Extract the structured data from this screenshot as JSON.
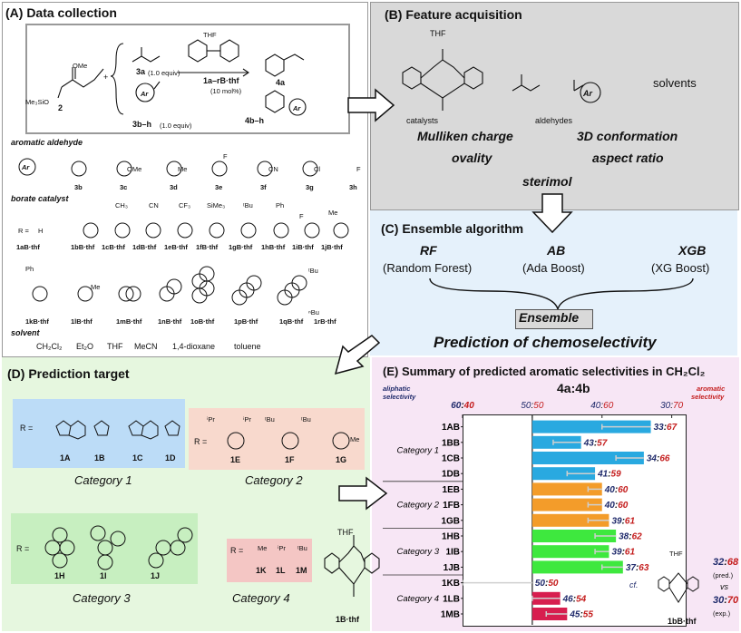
{
  "panels": {
    "A": {
      "title": "(A) Data collection",
      "reagents": {
        "ome": "OMe",
        "me3sio": "Me₃SiO",
        "cmp2": "2",
        "cmp3a": "3a",
        "cmp3a_eq": "(1.0 equiv)",
        "cmp3bh": "3b–h",
        "cmp3bh_eq": "(1.0 equiv)",
        "thf": "THF",
        "catalyst": "1a–rB·thf",
        "catalyst_loading": "(10 mol%)",
        "prod4a": "4a",
        "prod4bh": "4b–h",
        "ar": "Ar",
        "plus": "+"
      },
      "aromatic_aldehyde_heading": "aromatic aldehyde",
      "aldehydes": [
        "3b",
        "3c",
        "3d",
        "3e",
        "3f",
        "3g",
        "3h"
      ],
      "aldehyde_subs": [
        "OMe",
        "Me",
        "F",
        "CN",
        "Cl",
        "F"
      ],
      "borate_heading": "borate catalyst",
      "r_eq": "R =",
      "catalysts_row1": [
        "1aB·thf",
        "1bB·thf",
        "1cB·thf",
        "1dB·thf",
        "1eB·thf",
        "1fB·thf",
        "1gB·thf",
        "1hB·thf",
        "1iB·thf",
        "1jB·thf"
      ],
      "catalysts_row1_subs": [
        "H",
        "CH₃",
        "CN",
        "CF₃",
        "SiMe₃",
        "ᵗBu",
        "Ph",
        "F",
        "Me"
      ],
      "catalysts_row2": [
        "1kB·thf",
        "1lB·thf",
        "1mB·thf",
        "1nB·thf",
        "1oB·thf",
        "1pB·thf",
        "1qB·thf",
        "1rB·thf"
      ],
      "catalysts_row2_subs": [
        "Ph",
        "Me",
        "ᵗBu",
        "ⁿBu"
      ],
      "solvent_heading": "solvent",
      "solvents": [
        "CH₂Cl₂",
        "Et₂O",
        "THF",
        "MeCN",
        "1,4-dioxane",
        "toluene"
      ]
    },
    "B": {
      "title": "(B) Feature acquisition",
      "thf": "THF",
      "labels": {
        "catalysts": "catalysts",
        "aldehydes": "aldehydes",
        "solvents": "solvents",
        "ar": "Ar"
      },
      "features": [
        "Mulliken charge",
        "3D conformation",
        "ovality",
        "aspect ratio",
        "sterimol"
      ]
    },
    "C": {
      "title": "(C) Ensemble algorithm",
      "algorithms": [
        {
          "abbr": "RF",
          "full": "(Random Forest)"
        },
        {
          "abbr": "AB",
          "full": "(Ada Boost)"
        },
        {
          "abbr": "XGB",
          "full": "(XG Boost)"
        }
      ],
      "ensemble": "Ensemble",
      "prediction": "Prediction of chemoselectivity"
    },
    "D": {
      "title": "(D) Prediction target",
      "r_eq": "R =",
      "thf": "THF",
      "categories": [
        {
          "name": "Category 1",
          "members": [
            "1A",
            "1B",
            "1C",
            "1D"
          ]
        },
        {
          "name": "Category 2",
          "members": [
            "1E",
            "1F",
            "1G"
          ]
        },
        {
          "name": "Category 3",
          "members": [
            "1H",
            "1I",
            "1J"
          ]
        },
        {
          "name": "Category 4",
          "members": [
            "1K",
            "1L",
            "1M"
          ]
        }
      ],
      "cat2_subs": [
        "ⁱPr",
        "ⁱPr",
        "ᵗBu",
        "ᵗBu",
        "Me"
      ],
      "cat4_subs": [
        "Me",
        "ⁱPr",
        "ᵗBu"
      ],
      "catalyst_label": "1B·thf"
    },
    "E": {
      "title": "(E) Summary of predicted aromatic selectivities in CH₂Cl₂",
      "axis_title": "4a:4b",
      "left_label": [
        "aliphatic",
        "selectivity"
      ],
      "right_label": [
        "aromatic",
        "selectivity"
      ],
      "ticks": [
        {
          "a": "60",
          "b": "40"
        },
        {
          "a": "50",
          "b": "50"
        },
        {
          "a": "40",
          "b": "60"
        },
        {
          "a": "30",
          "b": "70"
        }
      ],
      "comparison": {
        "thf": "THF",
        "cf": "cf.",
        "catalyst": "1bB·thf",
        "pred_a": "32",
        "pred_b": "68",
        "pred_label": "(pred.)",
        "vs": "vs",
        "exp_a": "30",
        "exp_b": "70",
        "exp_label": "(exp.)"
      }
    }
  },
  "chart_data": {
    "type": "bar",
    "x_axis_title": "4a:4b",
    "xlim": [
      60,
      28
    ],
    "x_ticks": [
      60,
      50,
      40,
      30
    ],
    "categories": [
      "1AB",
      "1BB",
      "1CB",
      "1DB",
      "1EB",
      "1FB",
      "1GB",
      "1HB",
      "1IB",
      "1JB",
      "1KB",
      "1LB",
      "1MB"
    ],
    "groups": [
      {
        "name": "Category 1",
        "rows": [
          "1AB",
          "1BB",
          "1CB",
          "1DB"
        ],
        "color": "#29a9e0"
      },
      {
        "name": "Category 2",
        "rows": [
          "1EB",
          "1FB",
          "1GB"
        ],
        "color": "#f39c2a"
      },
      {
        "name": "Category 3",
        "rows": [
          "1HB",
          "1IB",
          "1JB"
        ],
        "color": "#3ee83e"
      },
      {
        "name": "Category 4",
        "rows": [
          "1KB",
          "1LB",
          "1MB"
        ],
        "color": "#d71e4f"
      }
    ],
    "series": [
      {
        "values_4a": [
          33,
          43,
          34,
          41,
          40,
          40,
          39,
          38,
          39,
          37,
          50,
          46,
          45
        ],
        "values_4b": [
          67,
          57,
          66,
          59,
          60,
          60,
          61,
          62,
          61,
          63,
          50,
          54,
          55
        ],
        "error_low_4a": [
          40,
          47,
          38,
          45,
          42,
          42,
          42,
          41,
          41,
          40,
          60,
          50,
          48
        ],
        "error_high_4a": [
          33,
          43,
          34,
          41,
          40,
          40,
          39,
          38,
          39,
          37,
          50,
          46,
          45
        ]
      }
    ],
    "baseline": 50
  }
}
